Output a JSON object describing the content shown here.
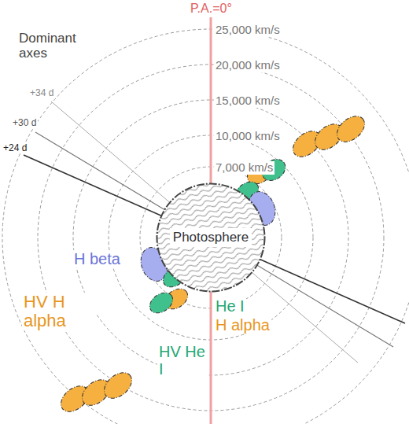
{
  "diagram": {
    "nodes": [
      {
        "text": [
          "Photosphere"
        ]
      }
    ],
    "edges": [],
    "labels": [
      "P.A.=0°",
      "25,000 km/s",
      "20,000 km/s",
      "15,000 km/s",
      "10,000 km/s",
      "7,000 km/s",
      "Dominant axes",
      "+34 d",
      "+30 d",
      "+24 d",
      "H beta",
      "HV H alpha",
      "He I",
      "H alpha",
      "HV He I"
    ]
  }
}
